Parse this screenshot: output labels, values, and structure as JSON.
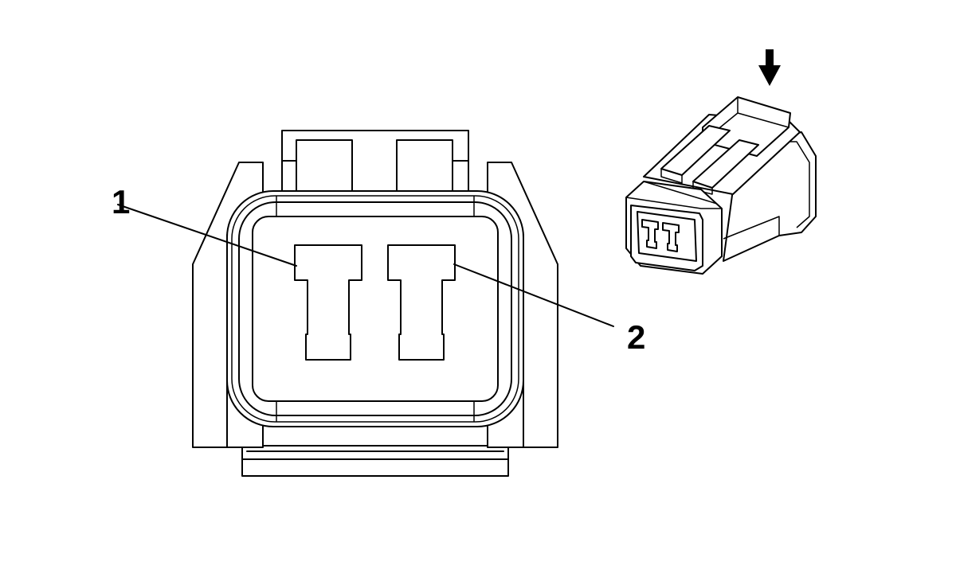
{
  "callouts": [
    {
      "id": "pin-1",
      "label": "1"
    },
    {
      "id": "pin-2",
      "label": "2"
    }
  ],
  "icons": {
    "view_direction": "down-arrow-icon"
  },
  "colors": {
    "line": "#000000",
    "background": "#ffffff"
  }
}
